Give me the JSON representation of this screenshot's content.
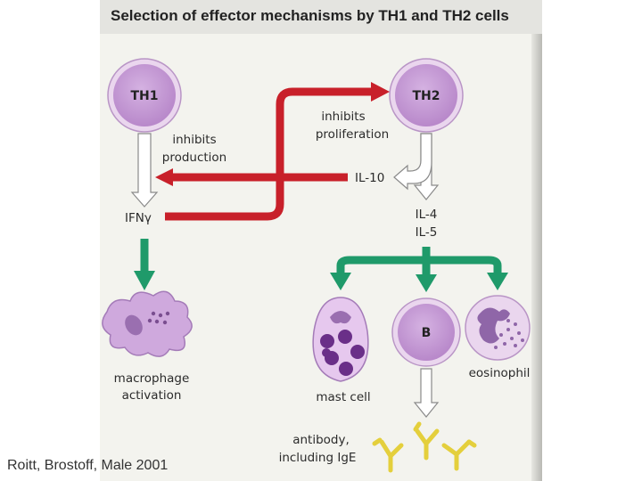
{
  "title": "Selection of effector mechanisms by TH1 and TH2 cells",
  "citation": "Roitt, Brostoff, Male 2001",
  "cells": {
    "th1": "TH1",
    "th2": "TH2",
    "b": "B"
  },
  "labels": {
    "inhibits_production": [
      "inhibits",
      "production"
    ],
    "inhibits_proliferation": [
      "inhibits",
      "proliferation"
    ],
    "il10": "IL-10",
    "ifn": "IFNγ",
    "il4": "IL-4",
    "il5": "IL-5",
    "macrophage": [
      "macrophage",
      "activation"
    ],
    "mast_cell": "mast cell",
    "eosinophil": "eosinophil",
    "antibody": [
      "antibody,",
      "including IgE"
    ]
  },
  "colors": {
    "red_arrow": "#c8202a",
    "green_arrow": "#1f9a6a",
    "cell_fill": "#c9a0d8",
    "cell_rim": "#e3c9e9",
    "antibody": "#e4cf3c"
  }
}
